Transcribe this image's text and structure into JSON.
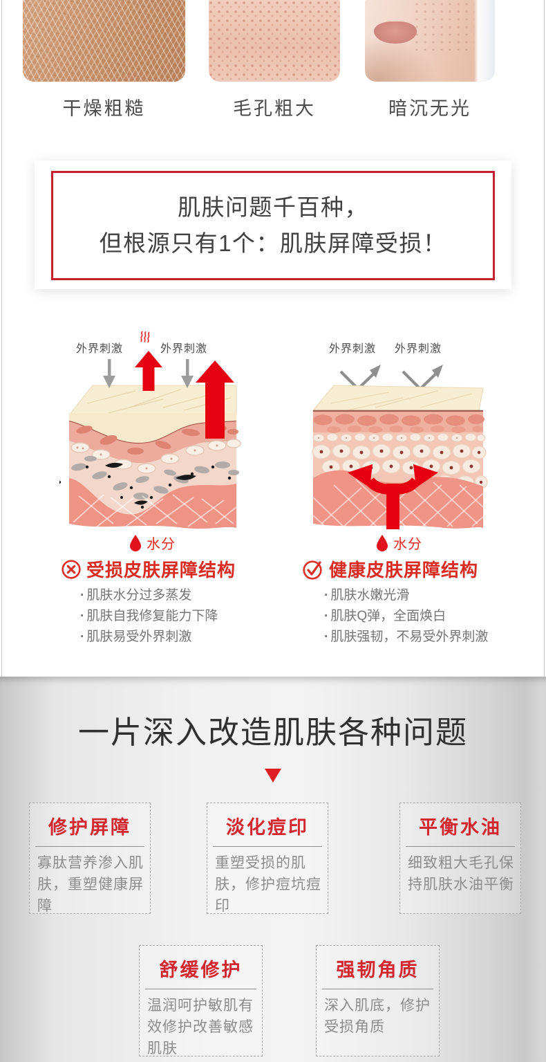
{
  "problems": {
    "items": [
      {
        "caption": "干燥粗糙",
        "image": "dry-rough-skin-photo"
      },
      {
        "caption": "毛孔粗大",
        "image": "enlarged-pores-photo"
      },
      {
        "caption": "暗沉无光",
        "image": "dull-skin-face-photo"
      }
    ]
  },
  "banner": {
    "line1": "肌肤问题千百种，",
    "line2": "但根源只有1个：肌肤屏障受损！"
  },
  "diagrams": {
    "damaged": {
      "stimulus_labels": [
        "外界刺激",
        "外界刺激"
      ],
      "moisture_label": "水分",
      "title": "受损皮肤屏障结构",
      "bullets": [
        "肌肤水分过多蒸发",
        "肌肤自我修复能力下降",
        "肌肤易受外界刺激"
      ]
    },
    "healthy": {
      "stimulus_labels": [
        "外界刺激",
        "外界刺激"
      ],
      "moisture_label": "水分",
      "title": "健康皮肤屏障结构",
      "bullets": [
        "肌肤水嫩光滑",
        "肌肤Q弹，全面焕白",
        "肌肤强韧，不易受外界刺激"
      ]
    }
  },
  "benefits": {
    "heading": "一片深入改造肌肤各种问题",
    "items": [
      {
        "title": "修护屏障",
        "desc": "寡肽营养渗入肌肤，重塑健康屏障"
      },
      {
        "title": "淡化痘印",
        "desc": "重塑受损的肌肤，修护痘坑痘印"
      },
      {
        "title": "平衡水油",
        "desc": "细致粗大毛孔保持肌肤水油平衡"
      },
      {
        "title": "舒缓修护",
        "desc": "温润呵护敏肌有效修护改善敏感肌肤"
      },
      {
        "title": "强韧角质",
        "desc": "深入肌底，修护受损角质"
      }
    ]
  },
  "icons": {
    "heat": "heat-waves-icon",
    "water_drop": "water-drop-icon",
    "damaged_mark": "circle-cross-icon",
    "healthy_mark": "circle-check-icon",
    "pointer": "down-triangle-icon"
  },
  "colors": {
    "accent_red": "#d4262e",
    "arrow_red": "#e60012",
    "heading_text": "#303030",
    "body_gray": "#8c8c8c",
    "bullet_gray": "#757575",
    "caption_gray": "#4b4b4b"
  }
}
